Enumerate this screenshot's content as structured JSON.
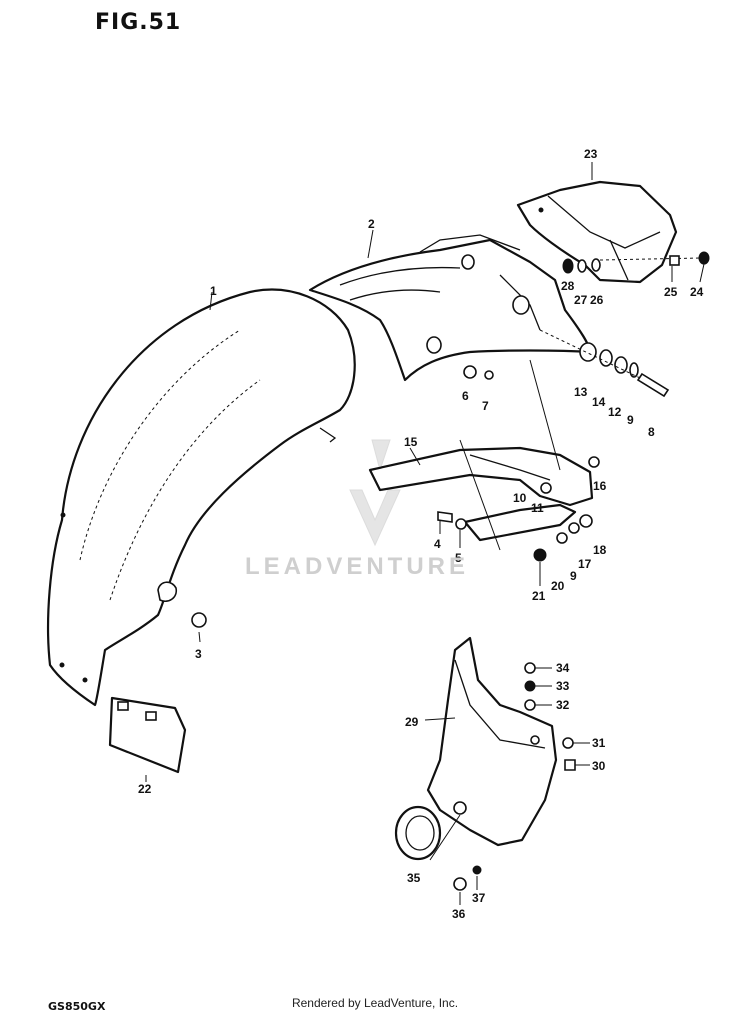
{
  "figure_title": "FIG.51",
  "model_code": "GS850GX",
  "footer": "Rendered by LeadVenture, Inc.",
  "watermark": "LEADVENTURE",
  "callouts": [
    "1",
    "2",
    "3",
    "4",
    "5",
    "6",
    "7",
    "8",
    "9",
    "10",
    "11",
    "12",
    "13",
    "14",
    "15",
    "16",
    "17",
    "18",
    "9",
    "20",
    "21",
    "22",
    "23",
    "24",
    "25",
    "26",
    "27",
    "28",
    "29",
    "30",
    "31",
    "32",
    "33",
    "34",
    "35",
    "36",
    "37"
  ]
}
